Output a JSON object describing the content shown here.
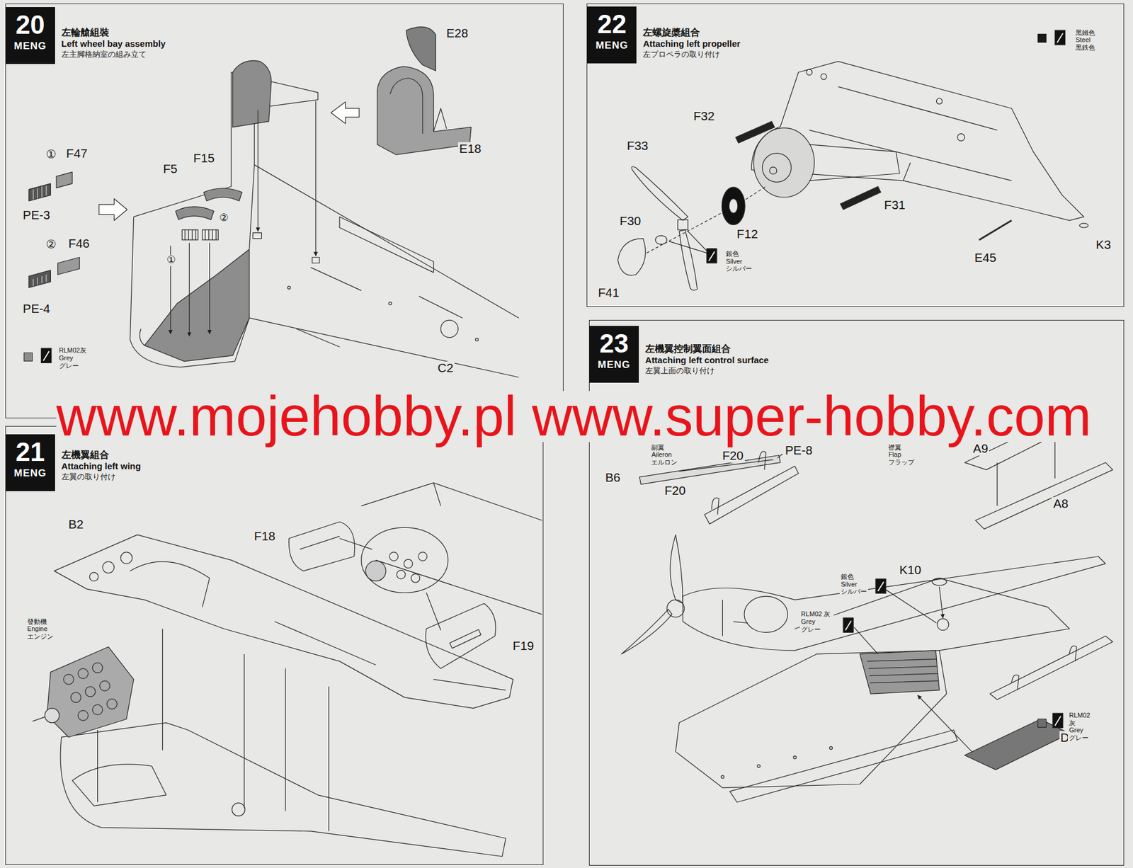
{
  "diagram": {
    "nodes": [
      {
        "text": [
          "左輪艙組裝",
          "Left wheel bay assembly",
          "左主脚格納室の組み立て"
        ]
      },
      {
        "text": [
          "20",
          "MENG"
        ],
        "in": 0
      },
      {
        "text": [
          "左機翼組合",
          "Attaching left wing",
          "左翼の取り付け"
        ]
      },
      {
        "text": [
          "21",
          "MENG"
        ],
        "in": 2
      },
      {
        "text": [
          "左螺旋槳組合",
          "Attaching left propeller",
          "左プロペラの取り付け"
        ]
      },
      {
        "text": [
          "22",
          "MENG"
        ],
        "in": 4
      },
      {
        "text": [
          "左機翼控制翼面組合",
          "Attaching left control surface",
          "左翼上面の取り付け"
        ]
      },
      {
        "text": [
          "23",
          "MENG"
        ],
        "in": 6
      }
    ],
    "labels": [
      "①",
      "F47",
      "PE-3",
      "②",
      "F46",
      "PE-4",
      "F5",
      "F15",
      "E28",
      "E18",
      "C2",
      "①",
      "②",
      "B2",
      "發動機 Engine エンジン",
      "F18",
      "F19",
      "F32",
      "F33",
      "F30",
      "F41",
      "F12",
      "F31",
      "E45",
      "K3",
      "銀色 Silver シルバー",
      "副翼 Aileron エルロン",
      "PE-8",
      "B6",
      "F20",
      "F20",
      "襟翼 Flap フラップ",
      "A9",
      "A8",
      "K10",
      "銀色 Silver シルバー",
      "RLM02 灰 Grey グレー",
      "D5",
      "www.mojehobby.pl www.super-hobby.com"
    ],
    "legend": [
      {
        "text": "RLM02灰 Grey グレー",
        "color": "#8c8c8c"
      },
      {
        "text": "黑鐵色 Steel 黒鉄色",
        "color": "#1a1a1a"
      },
      {
        "text": "RLM02 灰 Grey グレー",
        "color": "#6e6e6e"
      }
    ]
  }
}
